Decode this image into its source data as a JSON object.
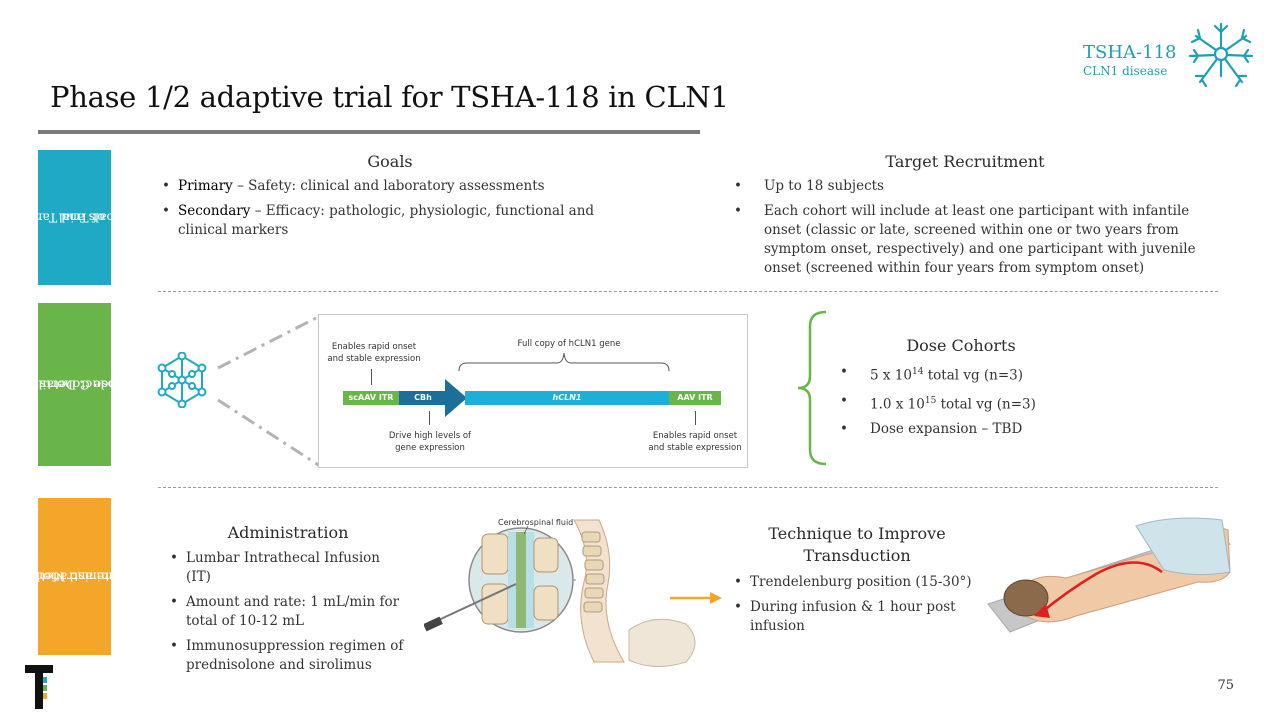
{
  "page": {
    "title": "Phase 1/2 adaptive trial for TSHA-118 in CLN1",
    "page_number": "75"
  },
  "brand": {
    "name": "TSHA-118",
    "subtitle": "CLN1 disease"
  },
  "sidebar": {
    "goals": [
      "Goals and Targets",
      "of Trial"
    ],
    "product": [
      "Product Details and",
      "Dose Cohorts"
    ],
    "route": [
      "Route and Method of",
      "Administration"
    ]
  },
  "goals": {
    "heading": "Goals",
    "items": [
      {
        "label": "Primary",
        "text": " – Safety: clinical and laboratory assessments"
      },
      {
        "label": "Secondary",
        "text": " – Efficacy: pathologic, physiologic, functional and clinical markers"
      }
    ]
  },
  "recruitment": {
    "heading": "Target Recruitment",
    "items": [
      "Up to 18 subjects",
      "Each cohort will include at least one participant with infantile onset (classic or late, screened within one or two years from symptom onset, respectively) and one participant with juvenile onset (screened within four years from symptom onset)"
    ]
  },
  "construct": {
    "top_left": [
      "Enables rapid onset",
      "and stable expression"
    ],
    "full_copy": "Full copy of hCLN1 gene",
    "segments": {
      "itr_left": "scAAV ITR",
      "promoter": "CBh",
      "gene": "hCLN1",
      "itr_right": "AAV ITR"
    },
    "bottom_mid": [
      "Drive high levels of",
      "gene expression"
    ],
    "bottom_right": [
      "Enables rapid onset",
      "and stable expression"
    ]
  },
  "dose": {
    "heading": "Dose Cohorts",
    "items": [
      {
        "pre": "5 x 10",
        "exp": "14",
        "post": " total vg (n=3)"
      },
      {
        "pre": "1.0 x 10",
        "exp": "15",
        "post": " total vg (n=3)"
      },
      {
        "pre": "Dose expansion – TBD",
        "exp": "",
        "post": ""
      }
    ]
  },
  "administration": {
    "heading": "Administration",
    "items": [
      "Lumbar Intrathecal Infusion (IT)",
      "Amount and rate: 1 mL/min for total of 10-12 mL",
      "Immunosuppression regimen of prednisolone and sirolimus"
    ],
    "image_label": "Cerebrospinal fluid"
  },
  "technique": {
    "heading_lines": [
      "Technique to Improve",
      "Transduction"
    ],
    "items": [
      "Trendelenburg position (15-30°)",
      "During infusion & 1 hour post infusion"
    ]
  },
  "colors": {
    "teal": "#1fa9c4",
    "green": "#69b54a",
    "orange": "#f4a62a",
    "brand": "#1e9fb4"
  }
}
